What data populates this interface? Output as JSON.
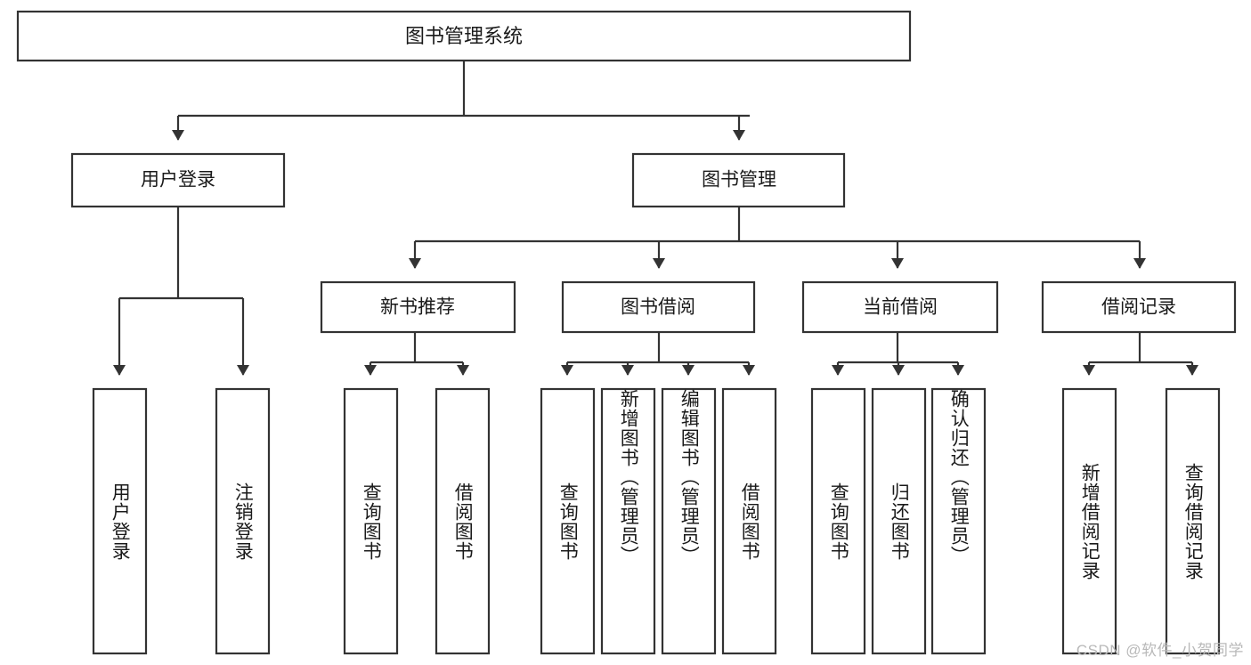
{
  "diagram": {
    "type": "tree",
    "title": "图书管理系统",
    "root": {
      "id": "root",
      "label": "图书管理系统"
    },
    "level2": [
      {
        "id": "user-login",
        "label": "用户登录"
      },
      {
        "id": "book-management",
        "label": "图书管理"
      }
    ],
    "level3": [
      {
        "id": "new-book-recommend",
        "label": "新书推荐"
      },
      {
        "id": "book-borrow",
        "label": "图书借阅"
      },
      {
        "id": "current-borrow",
        "label": "当前借阅"
      },
      {
        "id": "borrow-record",
        "label": "借阅记录"
      }
    ],
    "leaves": {
      "user_login": [
        {
          "id": "leaf-user-login",
          "label": "用户登录"
        },
        {
          "id": "leaf-user-logout",
          "label": "注销登录"
        }
      ],
      "new_book_recommend": [
        {
          "id": "leaf-query-book-1",
          "label": "查询图书"
        },
        {
          "id": "leaf-borrow-book-1",
          "label": "借阅图书"
        }
      ],
      "book_borrow": [
        {
          "id": "leaf-query-book-2",
          "label": "查询图书"
        },
        {
          "id": "leaf-add-book",
          "label": "新增图书（管理员）"
        },
        {
          "id": "leaf-edit-book",
          "label": "编辑图书（管理员）"
        },
        {
          "id": "leaf-borrow-book-2",
          "label": "借阅图书"
        }
      ],
      "current_borrow": [
        {
          "id": "leaf-query-book-3",
          "label": "查询图书"
        },
        {
          "id": "leaf-return-book",
          "label": "归还图书"
        },
        {
          "id": "leaf-confirm-return",
          "label": "确认归还（管理员）"
        }
      ],
      "borrow_record": [
        {
          "id": "leaf-add-borrow-record",
          "label": "新增借阅记录"
        },
        {
          "id": "leaf-query-borrow-record",
          "label": "查询借阅记录"
        }
      ]
    },
    "colors": {
      "stroke": "#333333",
      "fill": "#ffffff",
      "text": "#1a1a1a",
      "background": "#ffffff",
      "watermark": "#b9b9b9"
    }
  },
  "watermark": {
    "text": "CSDN @软件_小贺同学"
  }
}
